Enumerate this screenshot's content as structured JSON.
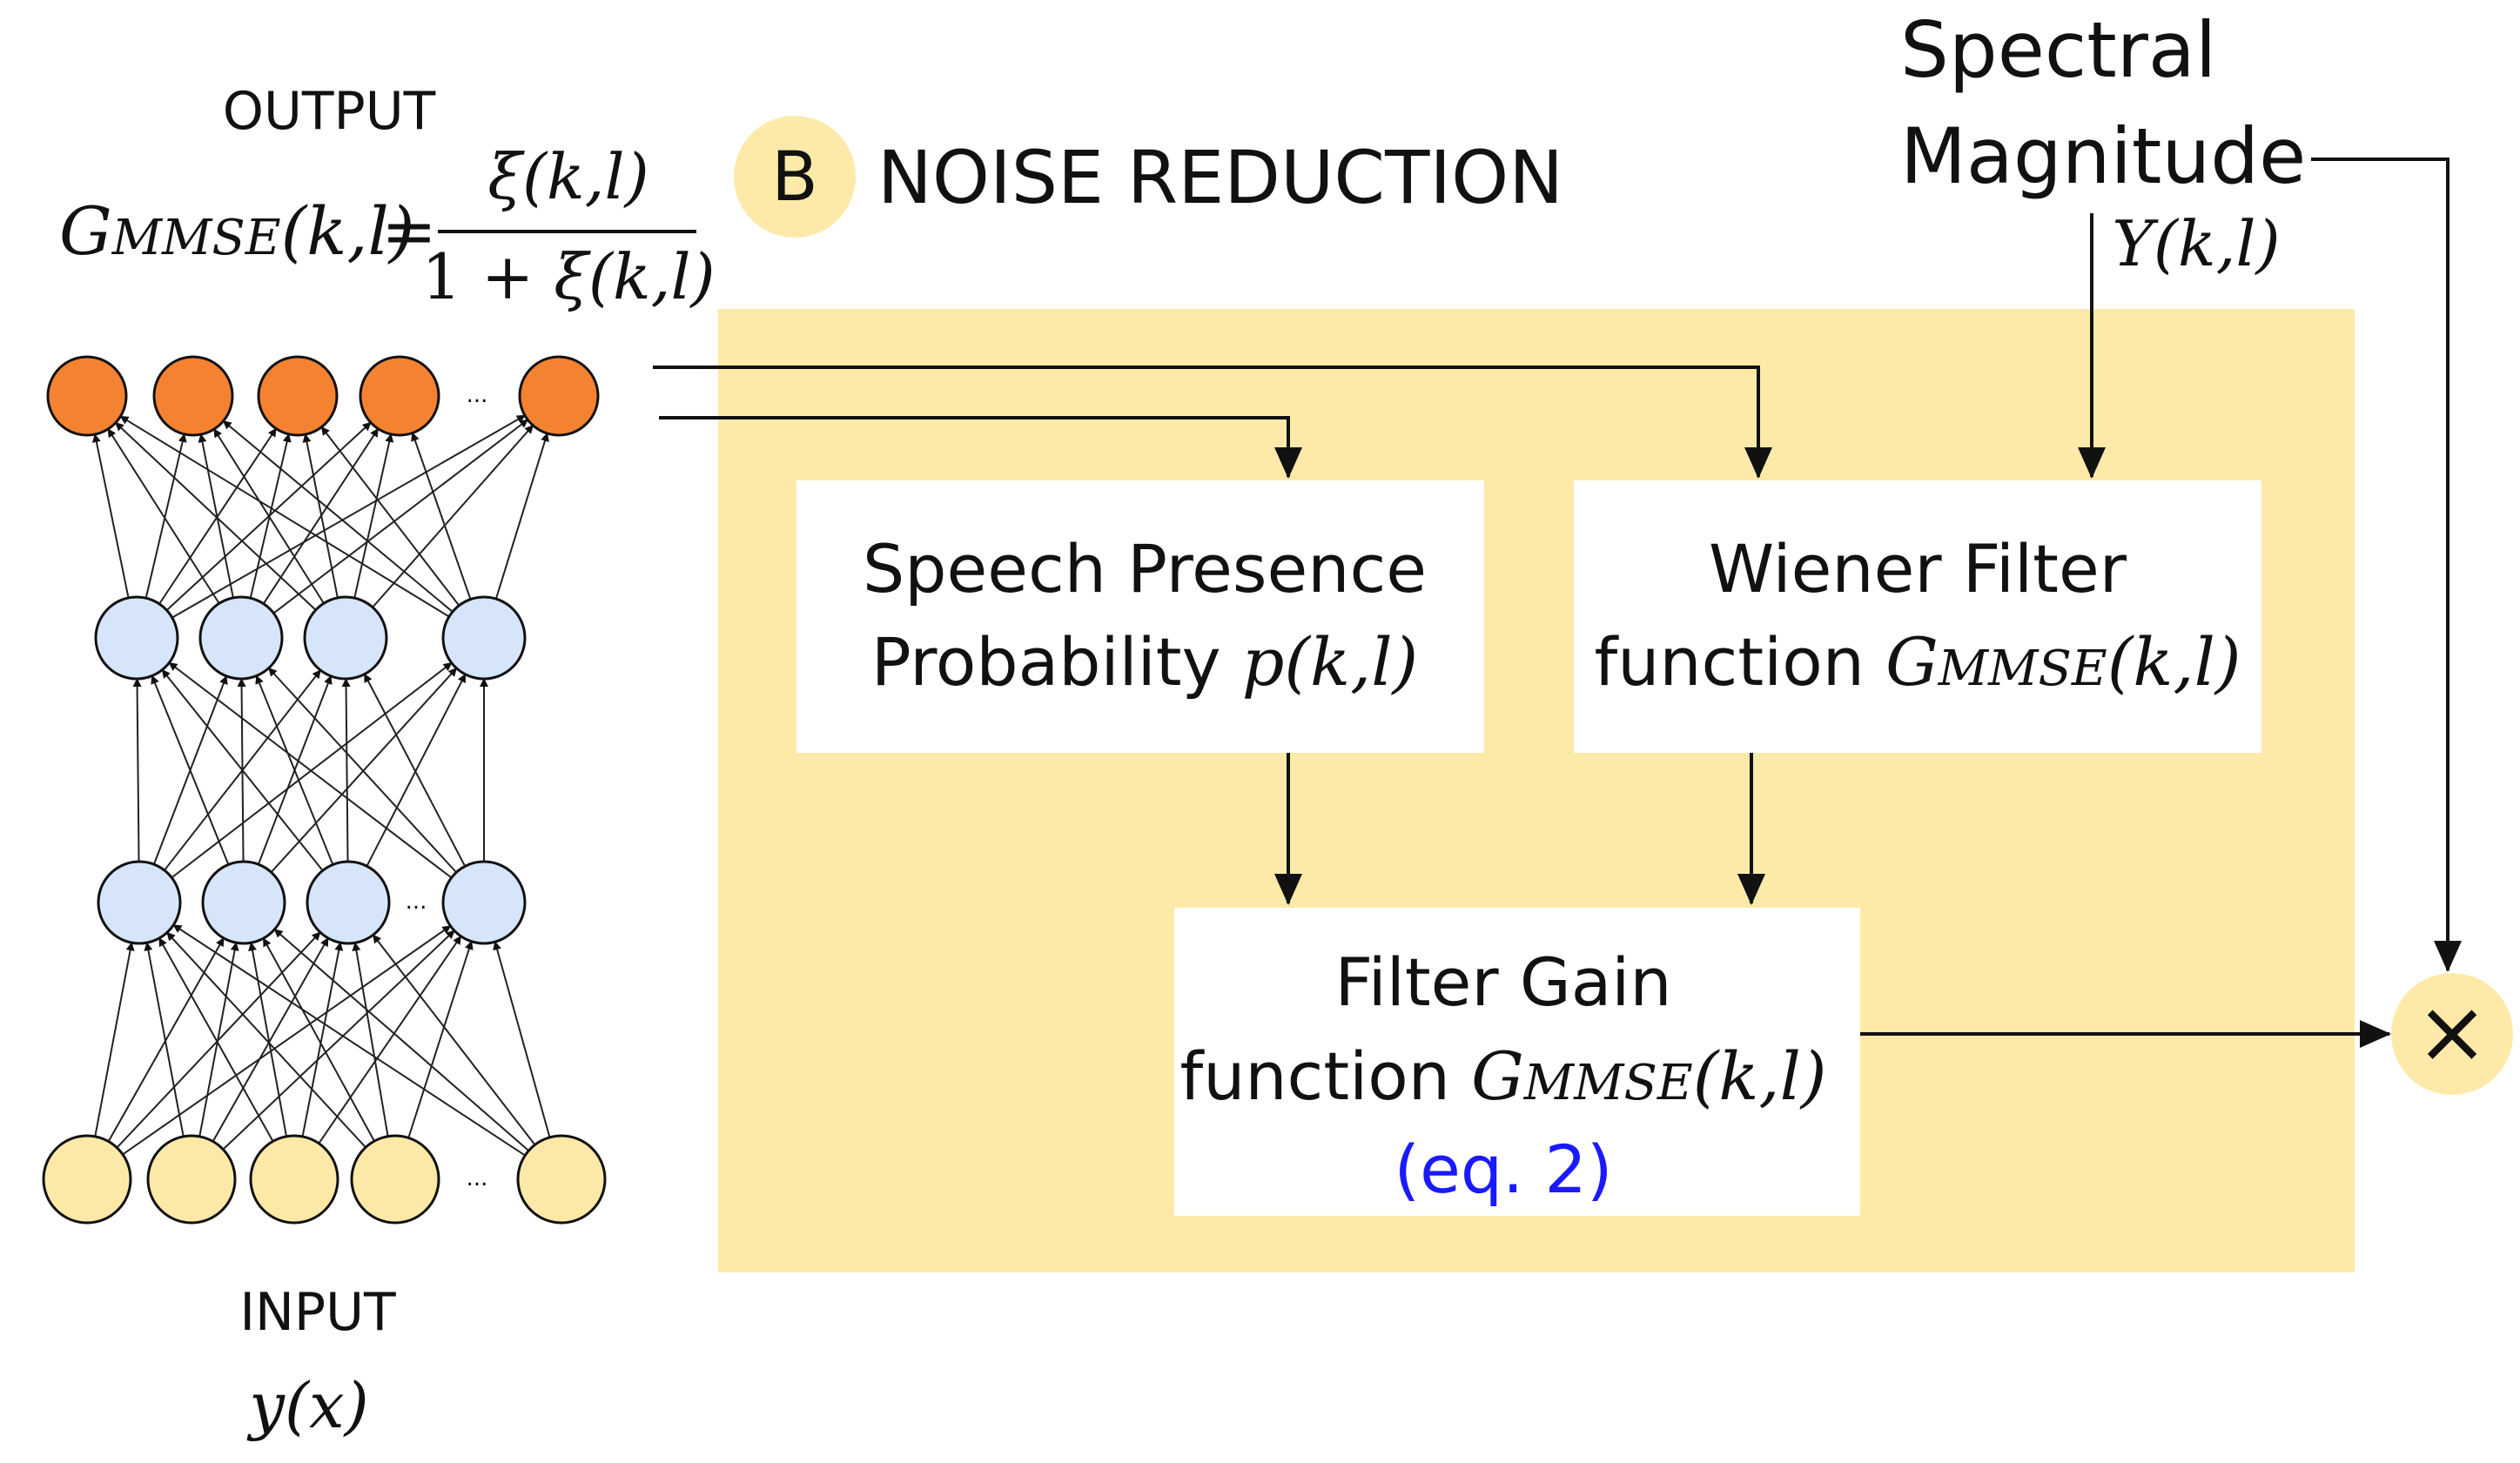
{
  "colors": {
    "panel": "#FDEAA9",
    "badge": "#FDEAA9",
    "output_node": "#F58231",
    "hidden_node": "#D6E5FA",
    "input_node": "#FDE9A7",
    "link_blue": "#1a1aff",
    "stroke": "#111111"
  },
  "network": {
    "output_label": "OUTPUT",
    "input_label": "INPUT",
    "input_signal": "y(x)",
    "ellipsis": "...",
    "formula": {
      "lhs_main": "G",
      "lhs_sub": "MMSE",
      "lhs_args": "(k,l)",
      "equals": "=",
      "numerator": "ξ(k,l)",
      "denominator_prefix": "1 + ",
      "denominator_math": "ξ(k,l)"
    }
  },
  "section": {
    "badge_letter": "B",
    "title": "NOISE REDUCTION"
  },
  "spectral": {
    "line1": "Spectral",
    "line2": "Magnitude",
    "symbol": "Y(k,l)"
  },
  "boxes": {
    "spp": {
      "line1": "Speech Presence",
      "line2_text": "Probability ",
      "line2_math": "p(k,l)"
    },
    "wiener": {
      "line1": "Wiener Filter",
      "line2_text": "function ",
      "math_main": "G",
      "math_sub": "MMSE",
      "math_args": "(k,l)"
    },
    "gain": {
      "line1": "Filter Gain",
      "line2_text": "function ",
      "math_main": "G",
      "math_sub": "MMSE",
      "math_args": "(k,l)",
      "ref": "(eq. 2)"
    }
  },
  "multiply": {
    "symbol": "×"
  }
}
